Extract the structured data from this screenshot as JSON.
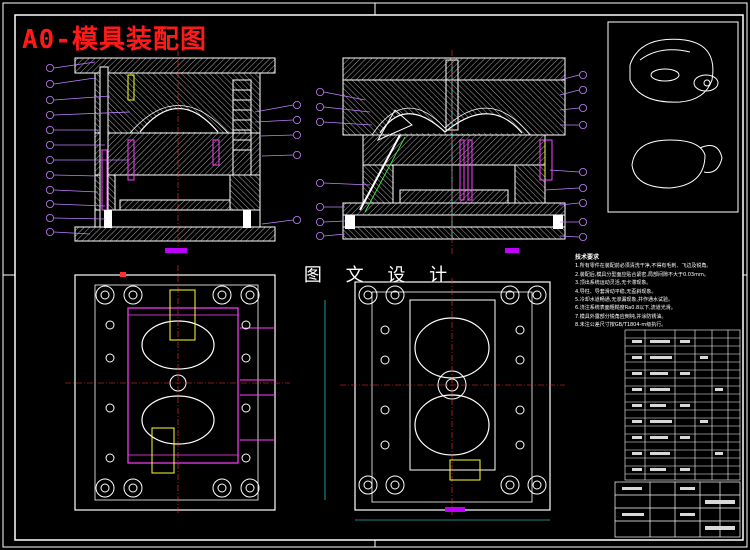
{
  "drawing": {
    "title": "A0-模具装配图",
    "watermark": "图 文 设 计",
    "notes_title": "技术要求",
    "notes": [
      "1.所有零件在装配前必须清洗干净,不得有毛刺、飞边及锐角。",
      "2.装配后,模具分型面应贴合紧密,局部间隙不大于0.03mm。",
      "3.顶出系统运动灵活,无卡滞现象。",
      "4.导柱、导套滑动平稳,无歪斜现象。",
      "5.冷却水道畅通,无渗漏现象,并作通水试验。",
      "6.浇注系统表面粗糙度Ra0.8以下,流道光滑。",
      "7.模具外露部分锐角应倒钝,并涂防锈油。",
      "8.未注公差尺寸按GB/T1804-m级执行。"
    ],
    "colors": {
      "background": "#000000",
      "outline": "#ffffff",
      "title": "#ff1a1a",
      "balloon": "#c080ff",
      "center_line": "#ff3030",
      "hatch": "#c0c0c0",
      "yellow": "#ffff30",
      "cyan": "#40ffff",
      "magenta": "#ff40ff",
      "green": "#40ff40"
    },
    "icons": [
      "part-sketch-1",
      "part-sketch-2",
      "section-view-left",
      "section-view-right",
      "plan-view-left",
      "plan-view-right",
      "bom-table",
      "title-block"
    ]
  }
}
